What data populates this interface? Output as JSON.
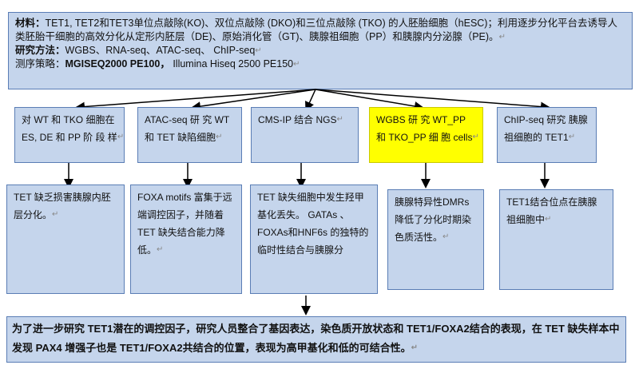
{
  "top_box": {
    "materials_label": "材料：",
    "materials_text": "TET1, TET2和TET3单位点敲除(KO)、双位点敲除 (DKO)和三位点敲除 (TKO) 的人胚胎细胞（hESC)；利用逐步分化平台去诱导人类胚胎干细胞的高效分化从定形内胚层（DE)、原始消化管（GT)、胰腺祖细胞（PP）和胰腺内分泌腺（PE)。",
    "methods_label": "研究方法：",
    "methods_text": "WGBS、RNA-seq、ATAC-seq、 ChIP-seq",
    "strategy_label": "测序策略：",
    "strategy_bold": "MGISEQ2000 PE100，",
    "strategy_text": "Illumina Hiseq 2500 PE150"
  },
  "methods": [
    {
      "text": "对 WT 和 TKO 细胞在 ES, DE 和 PP 阶 段 样"
    },
    {
      "text": "ATAC-seq  研 究 WT 和 TET 缺陷细胞"
    },
    {
      "text": "CMS-IP 结合 NGS"
    },
    {
      "text": "WGBS 研 究 WT_PP 和 TKO_PP 细 胞 cells"
    },
    {
      "text": "ChIP-seq 研究 胰腺祖细胞的 TET1"
    }
  ],
  "findings": [
    {
      "text": "TET 缺乏损害胰腺内胚层分化。"
    },
    {
      "text": "FOXA motifs 富集于远端调控因子，并随着 TET 缺失结合能力降低。"
    },
    {
      "text": "TET 缺失细胞中发生羟甲基化丢失。 GATAs 、FOXAs和HNF6s 的独特的临时性结合与胰腺分"
    },
    {
      "text": "胰腺特异性DMRs降低了分化时期染色质活性。"
    },
    {
      "text": "TET1结合位点在胰腺祖细胞中"
    }
  ],
  "conclusion": {
    "text": "为了进一步研究 TET1潜在的调控因子，研究人员整合了基因表达，染色质开放状态和 TET1/FOXA2结合的表现，在 TET 缺失样本中发现 PAX4 增强子也是 TET1/FOXA2共结合的位置，表现为高甲基化和低的可结合性。"
  },
  "colors": {
    "box_fill": "#c5d5ec",
    "box_border": "#5a7db5",
    "highlight_fill": "#ffff00",
    "arrow": "#000000"
  }
}
